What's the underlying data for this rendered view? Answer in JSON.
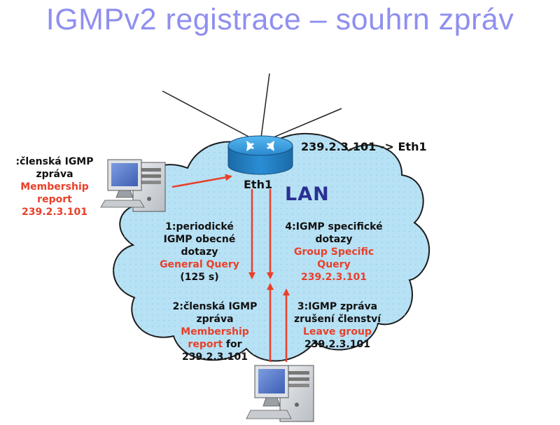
{
  "title": "IGMPv2 registrace – souhrn zpráv",
  "colors": {
    "title": "#8f8ff0",
    "cloud_fill": "#b7e1f4",
    "cloud_stroke": "#1c1c1c",
    "arrow": "#e8402a",
    "red_text": "#e8402a",
    "lan_text": "#2b2f93",
    "router_body": "#2c8fd4"
  },
  "icons": {
    "router": "router-icon",
    "pc_top": "computer-icon",
    "pc_bottom": "computer-icon"
  },
  "router": {
    "route_entry": "239.2.3.101 -> Eth1",
    "interface": "Eth1"
  },
  "network_label": "LAN",
  "labels": {
    "left_host": {
      "l1": ":členská IGMP",
      "l2": "zpráva",
      "l3": "Membership",
      "l4": "report",
      "l5": "239.2.3.101"
    },
    "step1": {
      "l1": "1:periodické",
      "l2": "IGMP obecné",
      "l3": "dotazy",
      "l4": "General Query",
      "l5": "(125 s)"
    },
    "step2": {
      "l1": "2:členská IGMP",
      "l2": "zpráva",
      "l3": "Membership",
      "l4a": "report",
      "l4b": " for",
      "l5": "239.2.3.101"
    },
    "step3": {
      "l1": "3:IGMP zpráva",
      "l2": "zrušení členství",
      "l3": "Leave group",
      "l4": "239.2.3.101"
    },
    "step4": {
      "l1": "4:IGMP specifické",
      "l2": "dotazy",
      "l3": "Group Specific",
      "l4": "Query",
      "l5": "239.2.3.101"
    }
  }
}
